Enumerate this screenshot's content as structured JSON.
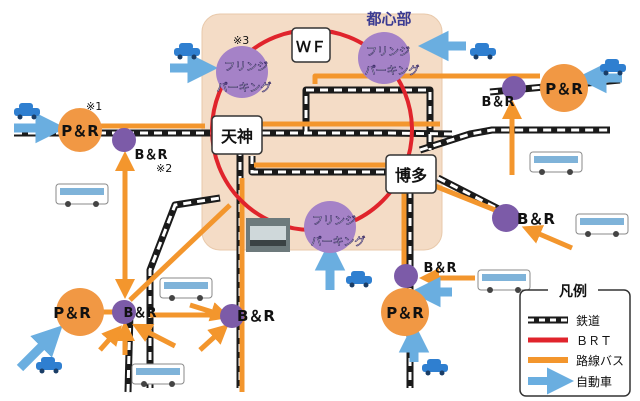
{
  "labels": {
    "central_district": "都心部",
    "wf": "ＷＦ",
    "tenjin": "天神",
    "hakata": "博多",
    "fringe_1": "フリンジ",
    "fringe_2": "パーキング",
    "pr": "P＆R",
    "br": "B＆R",
    "note1": "※1",
    "note2": "※2",
    "note3": "※3"
  },
  "legend": {
    "title": "凡例",
    "items": [
      {
        "label": "鉄道",
        "key": "rail"
      },
      {
        "label": "ＢＲＴ",
        "key": "brt"
      },
      {
        "label": "路線バス",
        "key": "bus"
      },
      {
        "label": "自動車",
        "key": "car"
      }
    ]
  },
  "colors": {
    "rail": "#1a1a1a",
    "brt": "#e0242c",
    "bus": "#f3962d",
    "car": "#3c8fd0",
    "pr_circle": "#f19844",
    "br_circle": "#7c5ba8",
    "fringe_circle": "#a582c7",
    "district": "#f4dcc6",
    "car_icon": "#2f7fd0"
  },
  "icons": [
    "car-icon",
    "bus-icon",
    "brt-photo"
  ]
}
